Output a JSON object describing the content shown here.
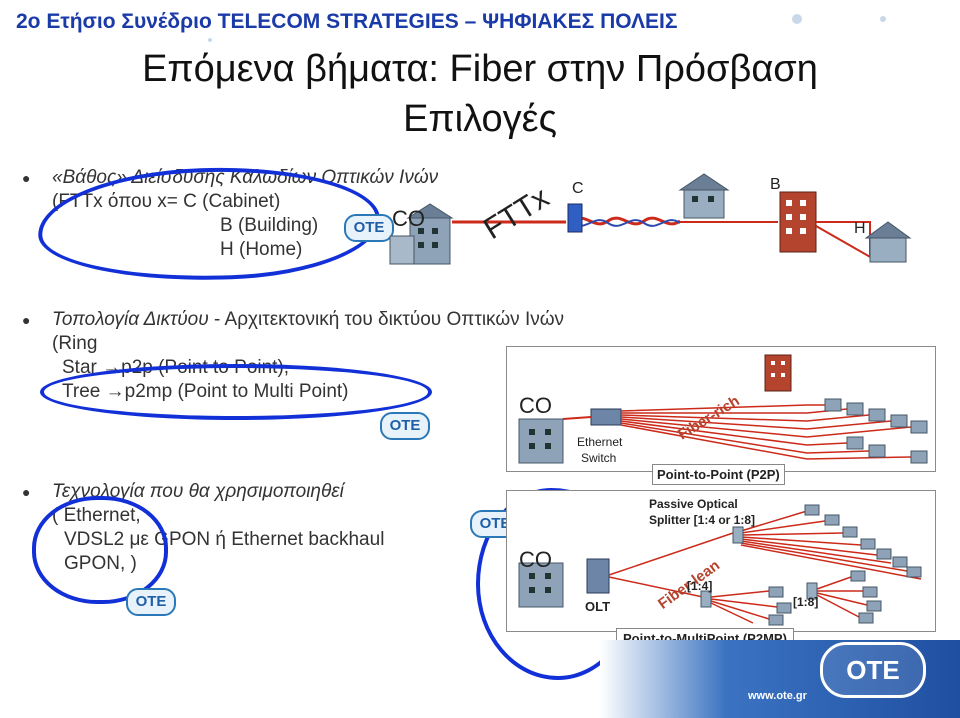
{
  "header": {
    "text": "2ο Ετήσιο Συνέδριο TELECOM STRATEGIES – ΨΗΦΙΑΚΕΣ ΠΟΛΕΙΣ"
  },
  "title": {
    "line1": "Επόμενα βήματα: Fiber στην Πρόσβαση",
    "line2": "Επιλογές"
  },
  "bullet1": {
    "line1": "«Βάθος» Διείσδυσης Καλωδίων Οπτικών Ινών",
    "line2": "(FTTx όπου x= C (Cabinet)",
    "line3": "B (Building)",
    "line4": "H (Home)"
  },
  "bullet2": {
    "line1_italic": "Τοπολογία Δικτύου",
    "line1_rest": " - Αρχιτεκτονική του δικτύου Οπτικών Ινών",
    "line2": "(Ring",
    "line3": "Star →p2p (Point to Point),",
    "line4": "Tree →p2mp (Point to Multi Point)"
  },
  "bullet3": {
    "line1": "Τεχνολογία που θα χρησιμοποιηθεί",
    "line2": "( Ethernet,",
    "line3": "VDSL2 με GPON ή Ethernet backhaul",
    "line4": "GPON, )"
  },
  "fttx_diagram": {
    "co_label": "CO",
    "fttx_label": "FTTx",
    "cabinet_label": "C",
    "building_label": "B",
    "home_label": "H"
  },
  "p2p_diagram": {
    "co_label": "CO",
    "switch_label1": "Ethernet",
    "switch_label2": "Switch",
    "fiber_rich": "Fiber-rich",
    "caption": "Point-to-Point (P2P)"
  },
  "p2mp_diagram": {
    "co_label": "CO",
    "olt_label": "OLT",
    "splitter_label1": "Passive Optical",
    "splitter_label2": "Splitter [1:4 or 1:8]",
    "fiber_lean": "Fiber-lean",
    "ratio_a": "[1:4]",
    "ratio_b": "[1:8]",
    "caption": "Point-to-MultiPoint (P2MP)"
  },
  "logo": {
    "ote_text": "OTE",
    "website": "www.ote.gr"
  },
  "colors": {
    "header_blue": "#1a3aa8",
    "marker_blue": "#1230d8",
    "fiber_red": "#cc2a1a",
    "ote_blue": "#1f5fa8"
  }
}
